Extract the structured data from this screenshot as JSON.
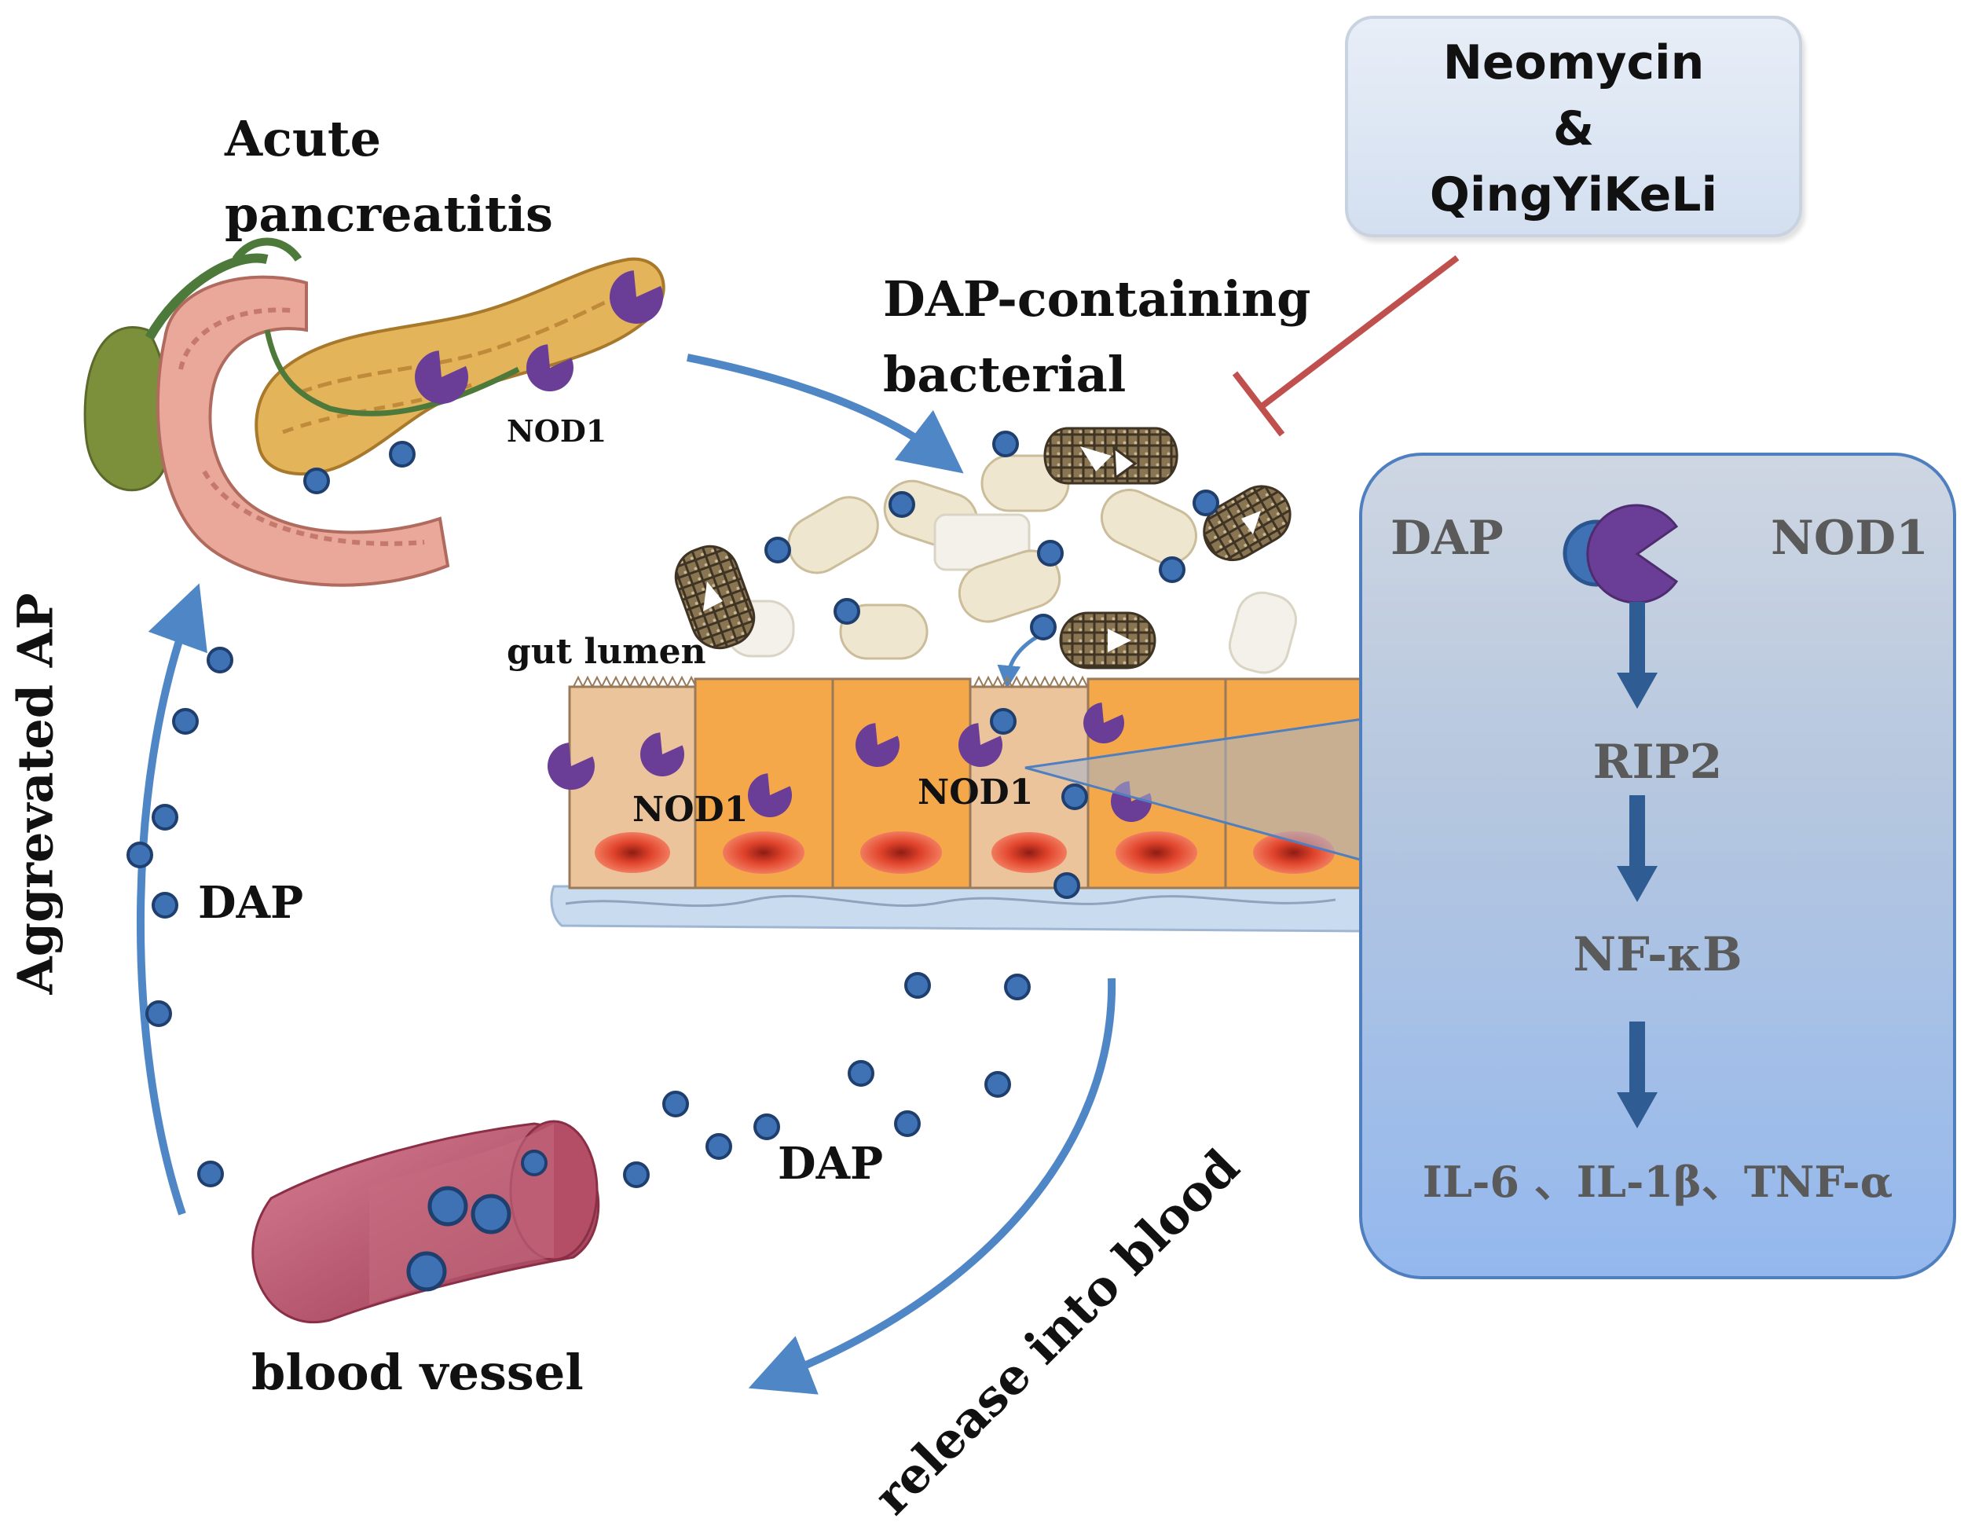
{
  "labels": {
    "acute_line1": "Acute",
    "acute_line2": "pancreatitis",
    "dap_bacteria_line1": "DAP-containing",
    "dap_bacteria_line2": "bacterial",
    "nod1_pancreas": "NOD1",
    "gut_lumen": "gut lumen",
    "nod1_cell_a": "NOD1",
    "nod1_cell_b": "NOD1",
    "dap_left": "DAP",
    "dap_bottom": "DAP",
    "aggravated": "Aggrevated AP",
    "blood_vessel": "blood vessel",
    "release": "release into blood"
  },
  "drug_box": {
    "line1": "Neomycin",
    "line2": "&",
    "line3": "QingYiKeLi"
  },
  "pathway": {
    "dap": "DAP",
    "nod1": "NOD1",
    "rip2": "RIP2",
    "nfkb": "NF-κB",
    "cytokines": "IL-6 、IL-1β、TNF-α"
  },
  "colors": {
    "arrow_blue": "#4f86c6",
    "dot_blue": "#3e72b5",
    "nod1_purple": "#6a3d96",
    "inhibition_red": "#c0504d",
    "pathway_arrow": "#2f5d93"
  }
}
